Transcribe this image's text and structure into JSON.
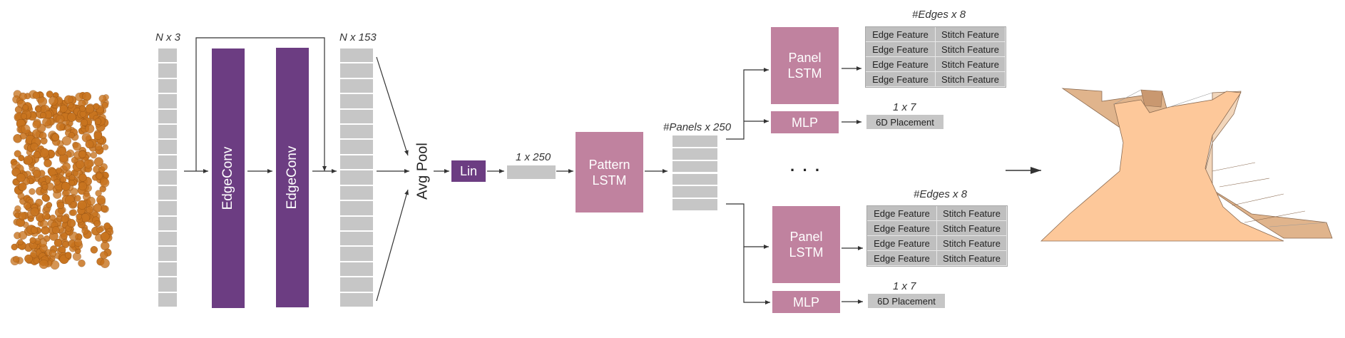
{
  "labels": {
    "input_dim": "N x 3",
    "output_dim": "N x 153",
    "lin_dim": "1 x 250",
    "panels_dim": "#Panels x 250",
    "edges_dim_top": "#Edges x 8",
    "edges_dim_bottom": "#Edges x 8",
    "placement_dim_top": "1 x 7",
    "placement_dim_bottom": "1 x 7",
    "ellipsis": "· · ·"
  },
  "blocks": {
    "edgeconv_1": "EdgeConv",
    "edgeconv_2": "EdgeConv",
    "avg_pool": "Avg Pool",
    "lin": "Lin",
    "pattern_lstm": "Pattern\nLSTM",
    "panel_lstm_top": "Panel\nLSTM",
    "panel_lstm_bottom": "Panel\nLSTM",
    "mlp_top": "MLP",
    "mlp_bottom": "MLP"
  },
  "features": {
    "edge_feature": "Edge Feature",
    "stitch_feature": "Stitch Feature",
    "rows": 4
  },
  "placement": "6D Placement",
  "colors": {
    "purple": "#6c3d82",
    "pink": "#c0829f",
    "gray_bar": "#c6c6c6",
    "point_cloud": "#c8741f",
    "garment": "#fdc89a",
    "garment_back": "#e0b48c"
  }
}
